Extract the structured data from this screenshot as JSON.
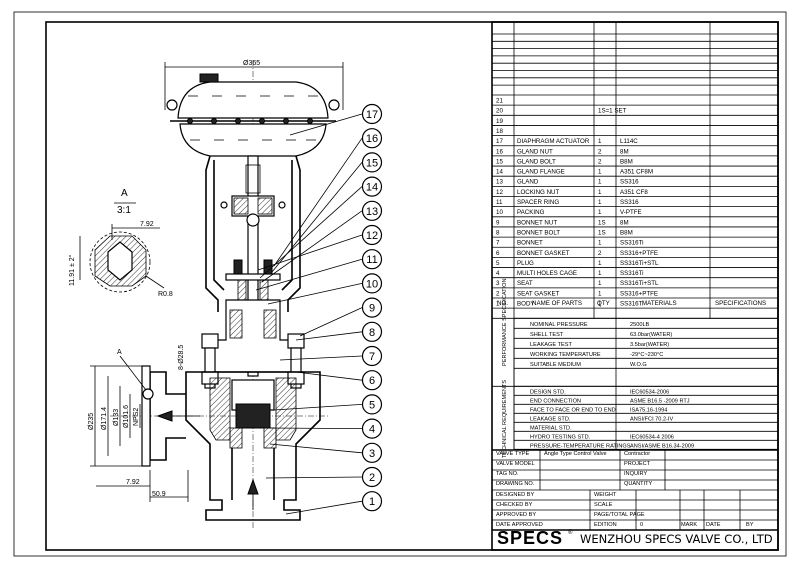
{
  "drawing": {
    "dims": {
      "top_diameter": "Ø365",
      "h_792": "7.92",
      "slope": "11.91 ± 2°",
      "r08": "R0.8",
      "holes": "8-Ø28.5",
      "d235": "Ø235",
      "d1714": "Ø171.4",
      "d133": "Ø133",
      "d1016": "Ø101.6",
      "nps2": "NPS2",
      "w792": "7.92",
      "w509": "50.9"
    },
    "detail_label": "A",
    "detail_scale": "3:1",
    "arrow_label": "A",
    "balloons": [
      "17",
      "16",
      "15",
      "14",
      "13",
      "12",
      "11",
      "10",
      "9",
      "8",
      "7",
      "6",
      "5",
      "4",
      "3",
      "2",
      "1"
    ]
  },
  "bom": {
    "scale_note": "1S=1 SET",
    "rows": [
      {
        "no": "21",
        "name": "",
        "qty": "",
        "mat": "",
        "spec": ""
      },
      {
        "no": "20",
        "name": "",
        "qty": "1S=1 SET",
        "mat": "",
        "spec": ""
      },
      {
        "no": "19",
        "name": "",
        "qty": "",
        "mat": "",
        "spec": ""
      },
      {
        "no": "18",
        "name": "",
        "qty": "",
        "mat": "",
        "spec": ""
      },
      {
        "no": "17",
        "name": "DIAPHRAGM ACTUATOR",
        "qty": "1",
        "mat": "L114C",
        "spec": ""
      },
      {
        "no": "16",
        "name": "GLAND NUT",
        "qty": "2",
        "mat": "8M",
        "spec": ""
      },
      {
        "no": "15",
        "name": "GLAND BOLT",
        "qty": "2",
        "mat": "B8M",
        "spec": ""
      },
      {
        "no": "14",
        "name": "GLAND FLANGE",
        "qty": "1",
        "mat": "A351 CF8M",
        "spec": ""
      },
      {
        "no": "13",
        "name": "GLAND",
        "qty": "1",
        "mat": "SS316",
        "spec": ""
      },
      {
        "no": "12",
        "name": "LOCKING NUT",
        "qty": "1",
        "mat": "A351 CF8",
        "spec": ""
      },
      {
        "no": "11",
        "name": "SPACER RING",
        "qty": "1",
        "mat": "SS316",
        "spec": ""
      },
      {
        "no": "10",
        "name": "PACKING",
        "qty": "1",
        "mat": "V-PTFE",
        "spec": ""
      },
      {
        "no": "9",
        "name": "BONNET NUT",
        "qty": "1S",
        "mat": "8M",
        "spec": ""
      },
      {
        "no": "8",
        "name": "BONNET BOLT",
        "qty": "1S",
        "mat": "B8M",
        "spec": ""
      },
      {
        "no": "7",
        "name": "BONNET",
        "qty": "1",
        "mat": "SS316Ti",
        "spec": ""
      },
      {
        "no": "6",
        "name": "BONNET GASKET",
        "qty": "2",
        "mat": "SS316+PTFE",
        "spec": ""
      },
      {
        "no": "5",
        "name": "PLUG",
        "qty": "1",
        "mat": "SS316Ti+STL",
        "spec": ""
      },
      {
        "no": "4",
        "name": "MULTI HOLES CAGE",
        "qty": "1",
        "mat": "SS316Ti",
        "spec": ""
      },
      {
        "no": "3",
        "name": "SEAT",
        "qty": "1",
        "mat": "SS316Ti+STL",
        "spec": ""
      },
      {
        "no": "2",
        "name": "SEAT GASKET",
        "qty": "1",
        "mat": "SS316+PTFE",
        "spec": ""
      },
      {
        "no": "1",
        "name": "BODY",
        "qty": "1",
        "mat": "SS316Ti",
        "spec": ""
      }
    ],
    "header": {
      "no": "NO.",
      "name": "NAME OF PARTS",
      "qty": "QTY",
      "mat": "MATERIALS",
      "spec": "SPECIFICATIONS"
    }
  },
  "performance": {
    "label": "PERFORMANCE SPECIFICATION",
    "rows": [
      {
        "k": "NOMINAL PRESSURE",
        "v": "2500LB"
      },
      {
        "k": "SHELL TEST",
        "v": "63.0bar(WATER)"
      },
      {
        "k": "LEAKAGE TEST",
        "v": "3.5bar(WATER)"
      },
      {
        "k": "WORKING TEMPERATURE",
        "v": "-29°C~230°C"
      },
      {
        "k": "SUITABLE MEDIUM",
        "v": "W.O.G"
      }
    ]
  },
  "technical": {
    "label": "TECHNICAL REQUIREMENTS",
    "rows": [
      {
        "k": "DESIGN STD.",
        "v": "IEC60534-2006"
      },
      {
        "k": "END CONNECTION",
        "v": "ASME B16.5 -2009 RTJ"
      },
      {
        "k": "FACE TO FACE OR END TO END",
        "v": "ISA75.16-1994"
      },
      {
        "k": "LEAKAGE STD.",
        "v": "ANSI/FCI 70.2-IV"
      },
      {
        "k": "MATERIAL STD.",
        "v": ""
      },
      {
        "k": "HYDRO TESTING STD.",
        "v": "IEC60534-4 2006"
      },
      {
        "k": "PRESSURE-TEMPERATURE RATINGS",
        "v": "ANSI/ASME B16.34-2009"
      }
    ]
  },
  "info": {
    "valve_type_k": "VALVE TYPE",
    "valve_type_v": "Angle Type Control Valve",
    "contractor": "Contractor",
    "valve_model": "VALVE MODEL",
    "project": "PROJECT",
    "tag_no": "TAG NO.",
    "inquiry": "INQUIRY",
    "drawing_no": "DRAWING NO.",
    "quantity": "QUANTITY"
  },
  "approval": {
    "designed_by": "DESIGNED BY",
    "weight": "WEIGHT",
    "checked_by": "CHECKED BY",
    "scale": "SCALE",
    "approved_by": "APPROVED BY",
    "page": "PAGE/TOTAL PAGE",
    "date_approved": "DATE APPROVED",
    "edition": "EDITION",
    "edition_v": "0",
    "mark": "MARK",
    "date": "DATE",
    "by": "BY"
  },
  "company": {
    "logo": "SPECS",
    "reg": "®",
    "name": "WENZHOU SPECS VALVE CO., LTD"
  }
}
